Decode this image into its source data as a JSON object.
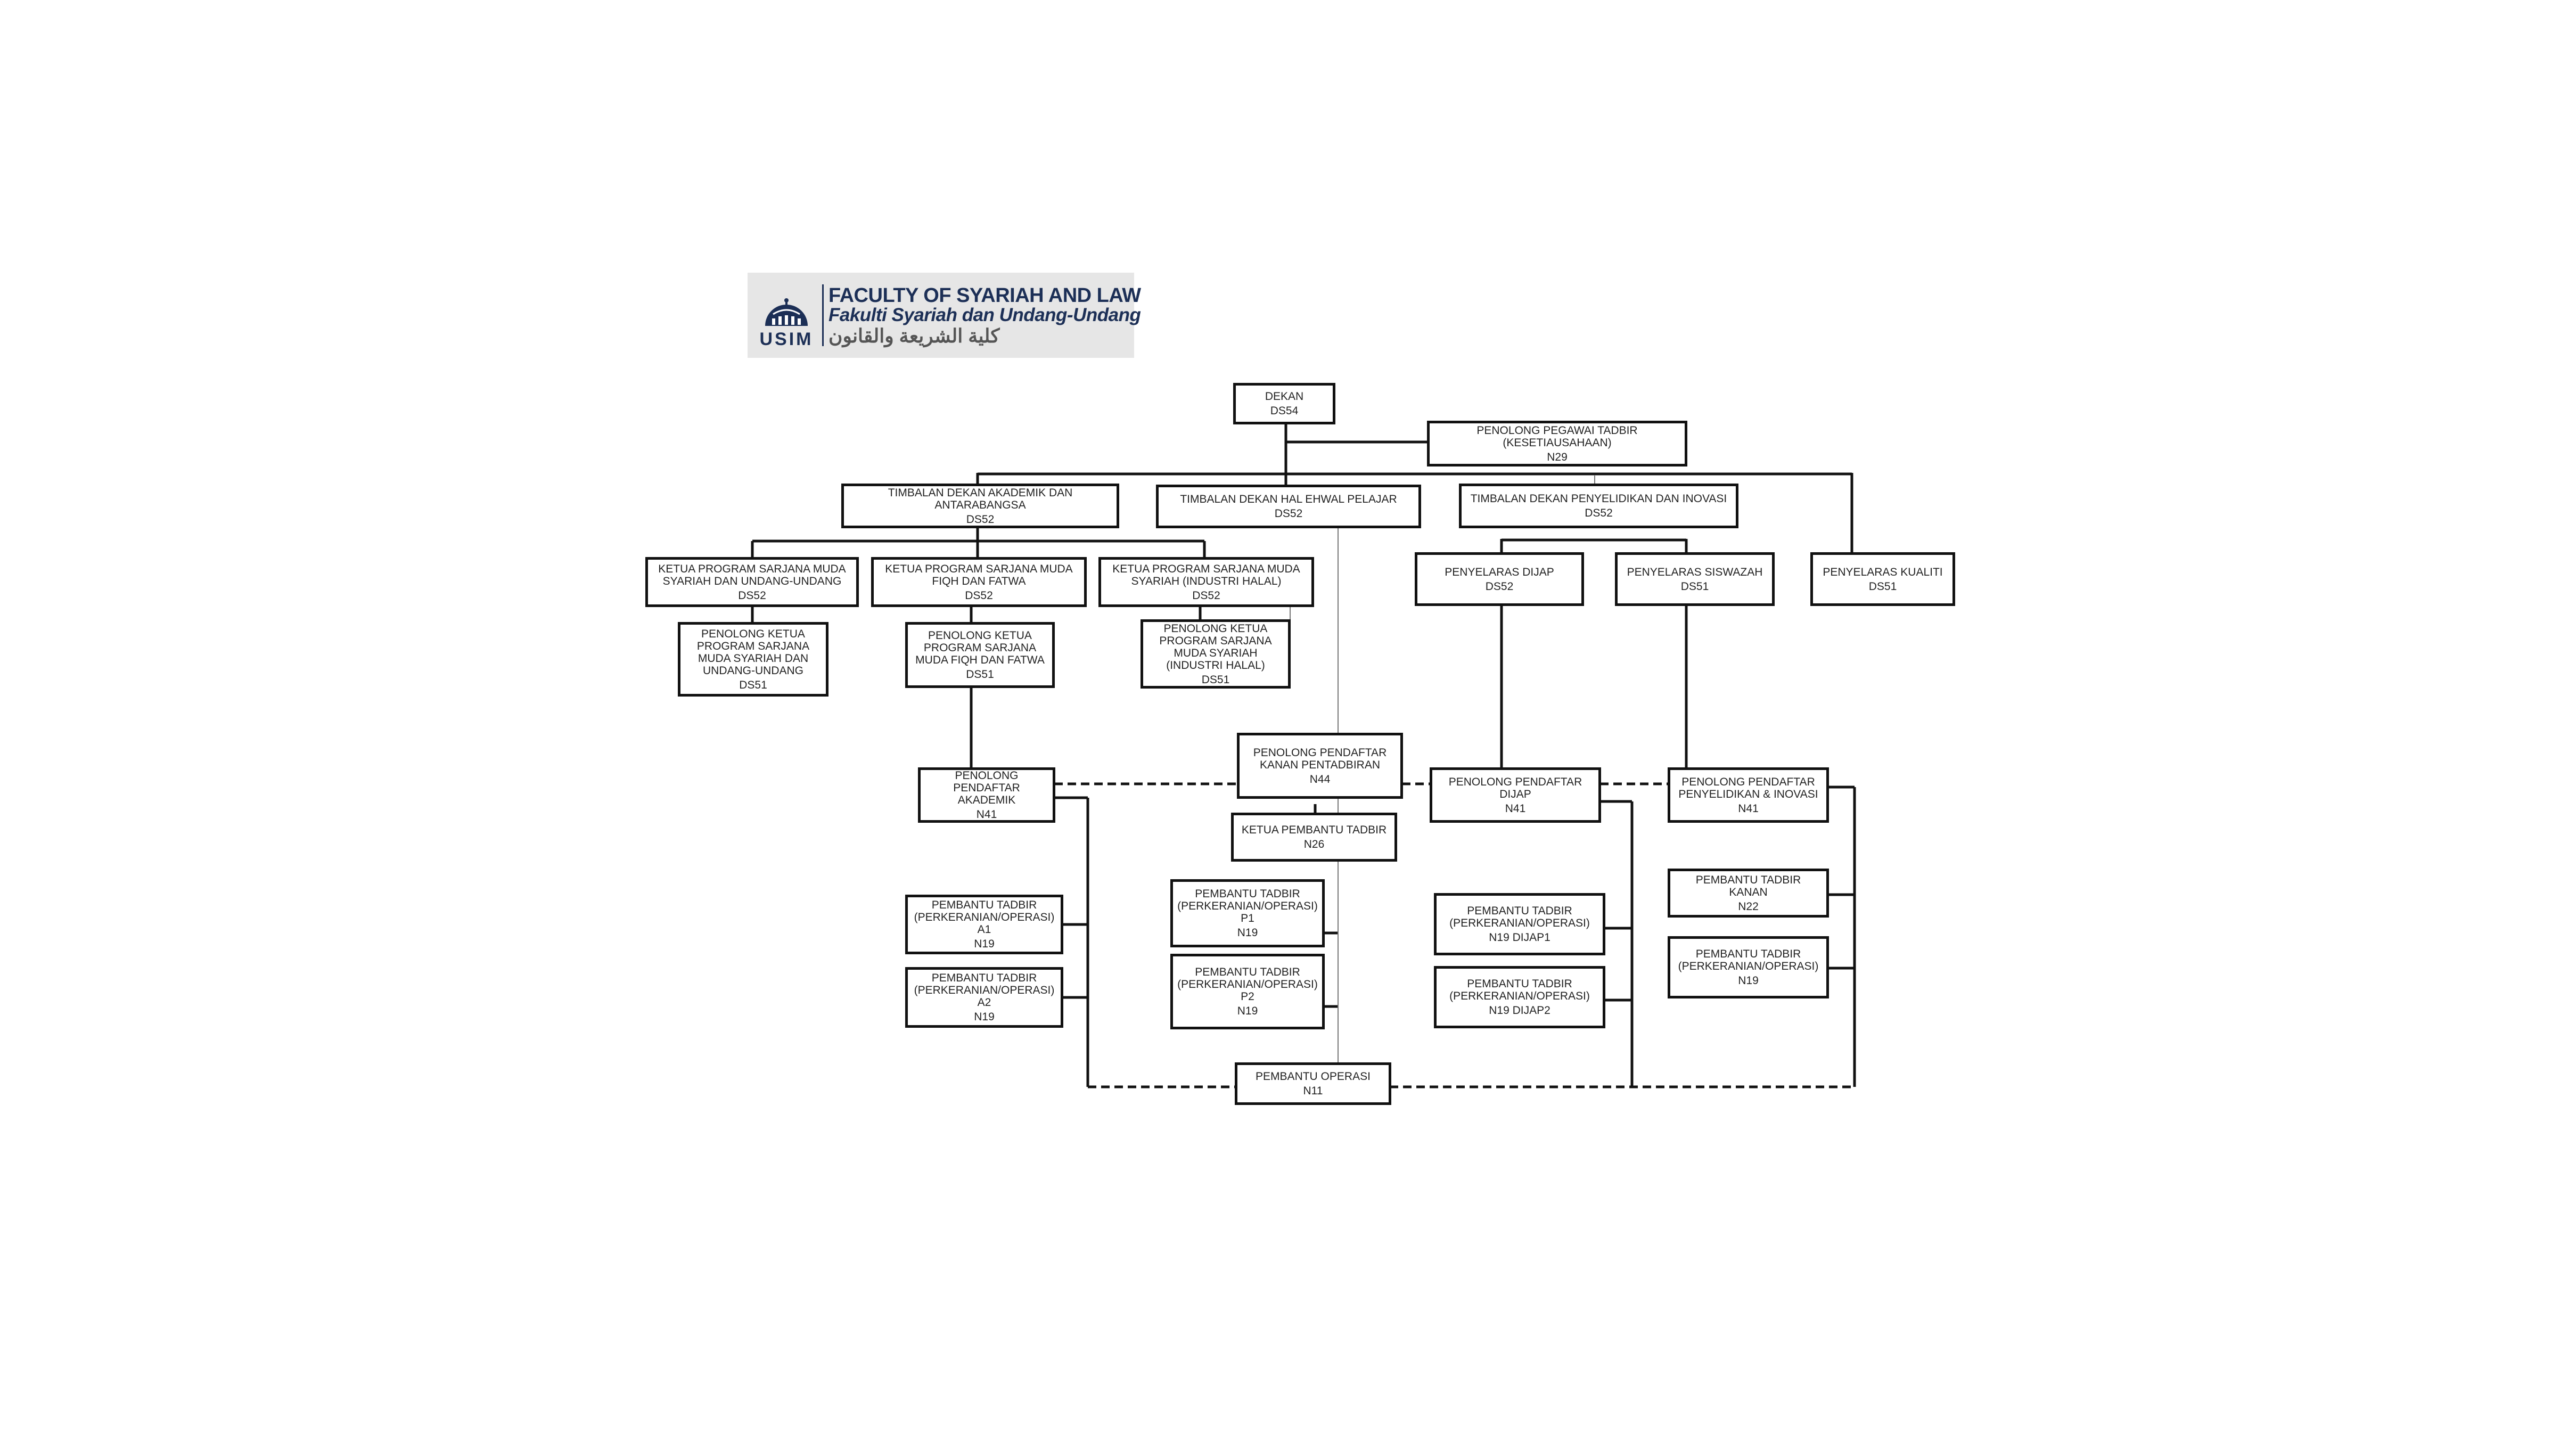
{
  "logo": {
    "line1": "FACULTY OF SYARIAH AND LAW",
    "line2": "Fakulti Syariah dan Undang-Undang",
    "line3": "كلية الشريعة والقانون",
    "usim": "USIM",
    "color": "#1c2f56"
  },
  "nodes": {
    "dekan": {
      "title": "DEKAN",
      "code": "DS54"
    },
    "ppt": {
      "title": "PENOLONG PEGAWAI TADBIR (KESETIAUSAHAAN)",
      "code": "N29"
    },
    "td_akademik": {
      "title": "TIMBALAN DEKAN AKADEMIK DAN ANTARABANGSA",
      "code": "DS52"
    },
    "td_hep": {
      "title": "TIMBALAN DEKAN HAL EHWAL PELAJAR",
      "code": "DS52"
    },
    "td_penyelidikan": {
      "title": "TIMBALAN DEKAN PENYELIDIKAN DAN INOVASI",
      "code": "DS52"
    },
    "kp_suu": {
      "title": "KETUA PROGRAM SARJANA MUDA SYARIAH DAN UNDANG-UNDANG",
      "code": "DS52"
    },
    "kp_ff": {
      "title": "KETUA PROGRAM SARJANA MUDA FIQH DAN FATWA",
      "code": "DS52"
    },
    "kp_ih": {
      "title": "KETUA PROGRAM SARJANA MUDA SYARIAH (INDUSTRI HALAL)",
      "code": "DS52"
    },
    "pn_suu": {
      "title": "PENOLONG KETUA PROGRAM SARJANA MUDA SYARIAH DAN UNDANG-UNDANG",
      "code": "DS51"
    },
    "pn_ff": {
      "title": "PENOLONG KETUA PROGRAM SARJANA MUDA FIQH DAN FATWA",
      "code": "DS51"
    },
    "pn_ih": {
      "title": "PENOLONG KETUA PROGRAM SARJANA MUDA SYARIAH (INDUSTRI HALAL)",
      "code": "DS51"
    },
    "pen_dijap": {
      "title": "PENYELARAS DIJAP",
      "code": "DS52"
    },
    "pen_siswazah": {
      "title": "PENYELARAS SISWAZAH",
      "code": "DS51"
    },
    "pen_kualiti": {
      "title": "PENYELARAS KUALITI",
      "code": "DS51"
    },
    "ppk_pentadbiran": {
      "title": "PENOLONG PENDAFTAR KANAN PENTADBIRAN",
      "code": "N44"
    },
    "pp_akademik": {
      "title": "PENOLONG PENDAFTAR AKADEMIK",
      "code": "N41"
    },
    "pp_dijap": {
      "title": "PENOLONG PENDAFTAR DIJAP",
      "code": "N41"
    },
    "pp_pi": {
      "title": "PENOLONG PENDAFTAR PENYELIDIKAN & INOVASI",
      "code": "N41"
    },
    "ketua_pt": {
      "title": "KETUA PEMBANTU TADBIR",
      "code": "N26"
    },
    "pt_a1": {
      "title": "PEMBANTU TADBIR (PERKERANIAN/OPERASI) A1",
      "code": "N19"
    },
    "pt_a2": {
      "title": "PEMBANTU TADBIR (PERKERANIAN/OPERASI) A2",
      "code": "N19"
    },
    "pt_p1": {
      "title": "PEMBANTU TADBIR (PERKERANIAN/OPERASI) P1",
      "code": "N19"
    },
    "pt_p2": {
      "title": "PEMBANTU TADBIR (PERKERANIAN/OPERASI) P2",
      "code": "N19"
    },
    "pt_dijap1": {
      "title": "PEMBANTU TADBIR (PERKERANIAN/OPERASI)",
      "code": "N19 DIJAP1"
    },
    "pt_dijap2": {
      "title": "PEMBANTU TADBIR (PERKERANIAN/OPERASI)",
      "code": "N19 DIJAP2"
    },
    "pt_kanan": {
      "title": "PEMBANTU TADBIR KANAN",
      "code": "N22"
    },
    "pt_pi": {
      "title": "PEMBANTU TADBIR (PERKERANIAN/OPERASI)",
      "code": "N19"
    },
    "p_operasi": {
      "title": "PEMBANTU OPERASI",
      "code": "N11"
    }
  }
}
